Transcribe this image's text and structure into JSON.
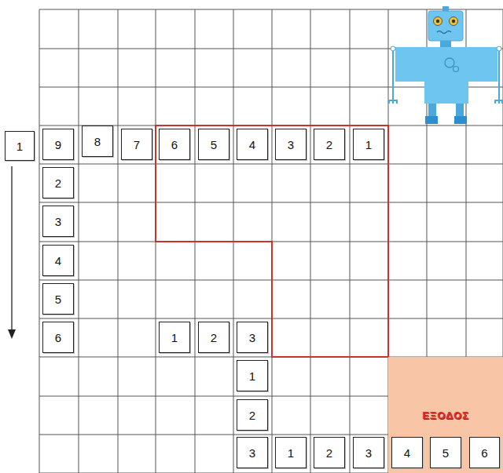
{
  "diagram": {
    "nodes": [
      {
        "text": [
          "1"
        ]
      },
      {
        "text": [
          "9"
        ]
      },
      {
        "text": [
          "8"
        ]
      },
      {
        "text": [
          "7"
        ]
      },
      {
        "text": [
          "6"
        ]
      },
      {
        "text": [
          "5"
        ]
      },
      {
        "text": [
          "4"
        ]
      },
      {
        "text": [
          "3"
        ]
      },
      {
        "text": [
          "2"
        ]
      },
      {
        "text": [
          "1"
        ]
      },
      {
        "text": [
          "2"
        ]
      },
      {
        "text": [
          "3"
        ]
      },
      {
        "text": [
          "4"
        ]
      },
      {
        "text": [
          "5"
        ]
      },
      {
        "text": [
          "6"
        ]
      },
      {
        "text": [
          "1"
        ]
      },
      {
        "text": [
          "2"
        ]
      },
      {
        "text": [
          "3"
        ]
      },
      {
        "text": [
          "1"
        ]
      },
      {
        "text": [
          "2"
        ]
      },
      {
        "text": [
          "ΕΞΟΔΟΣ"
        ]
      },
      {
        "text": [
          "3"
        ]
      },
      {
        "text": [
          "1"
        ]
      },
      {
        "text": [
          "2"
        ]
      },
      {
        "text": [
          "3"
        ]
      },
      {
        "text": [
          "4"
        ]
      },
      {
        "text": [
          "5"
        ]
      },
      {
        "text": [
          "6"
        ]
      }
    ]
  }
}
